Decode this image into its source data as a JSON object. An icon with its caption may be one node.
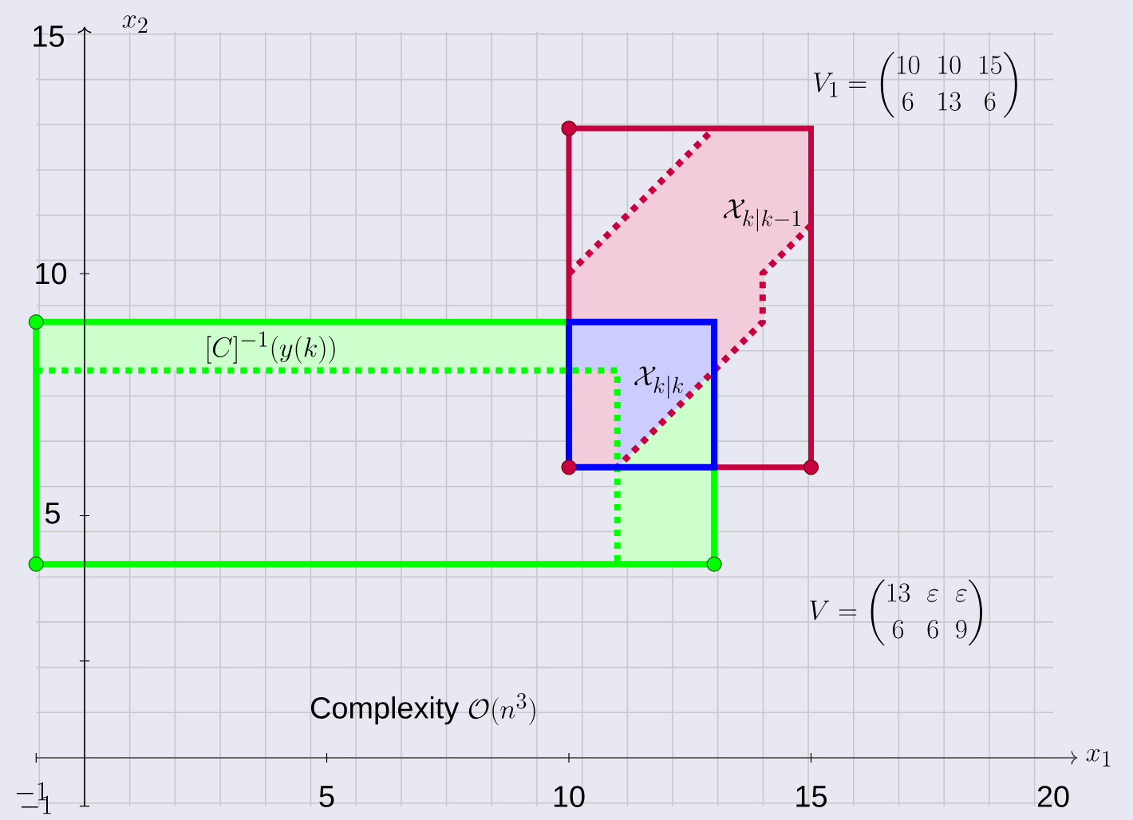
{
  "diagram": {
    "labels": [
      "15",
      "x_2",
      "V_1 = \\begin{pmatrix}10 & 10 & 15\\\\ 6 & 13 & 6\\end{pmatrix}",
      "\\mathcal{X}_{k|k-1}",
      "10",
      "[C]^{-1}(y(k))",
      "\\mathcal{X}_{k|k}",
      "5",
      "V = \\begin{pmatrix}13 & \\varepsilon & \\varepsilon\\\\ 6 & 6 & 9\\end{pmatrix}",
      "\\text{Complexity } \\mathcal{O}(n^3)",
      "x_1",
      "-1",
      "-1",
      "5",
      "10",
      "15",
      "20"
    ]
  }
}
